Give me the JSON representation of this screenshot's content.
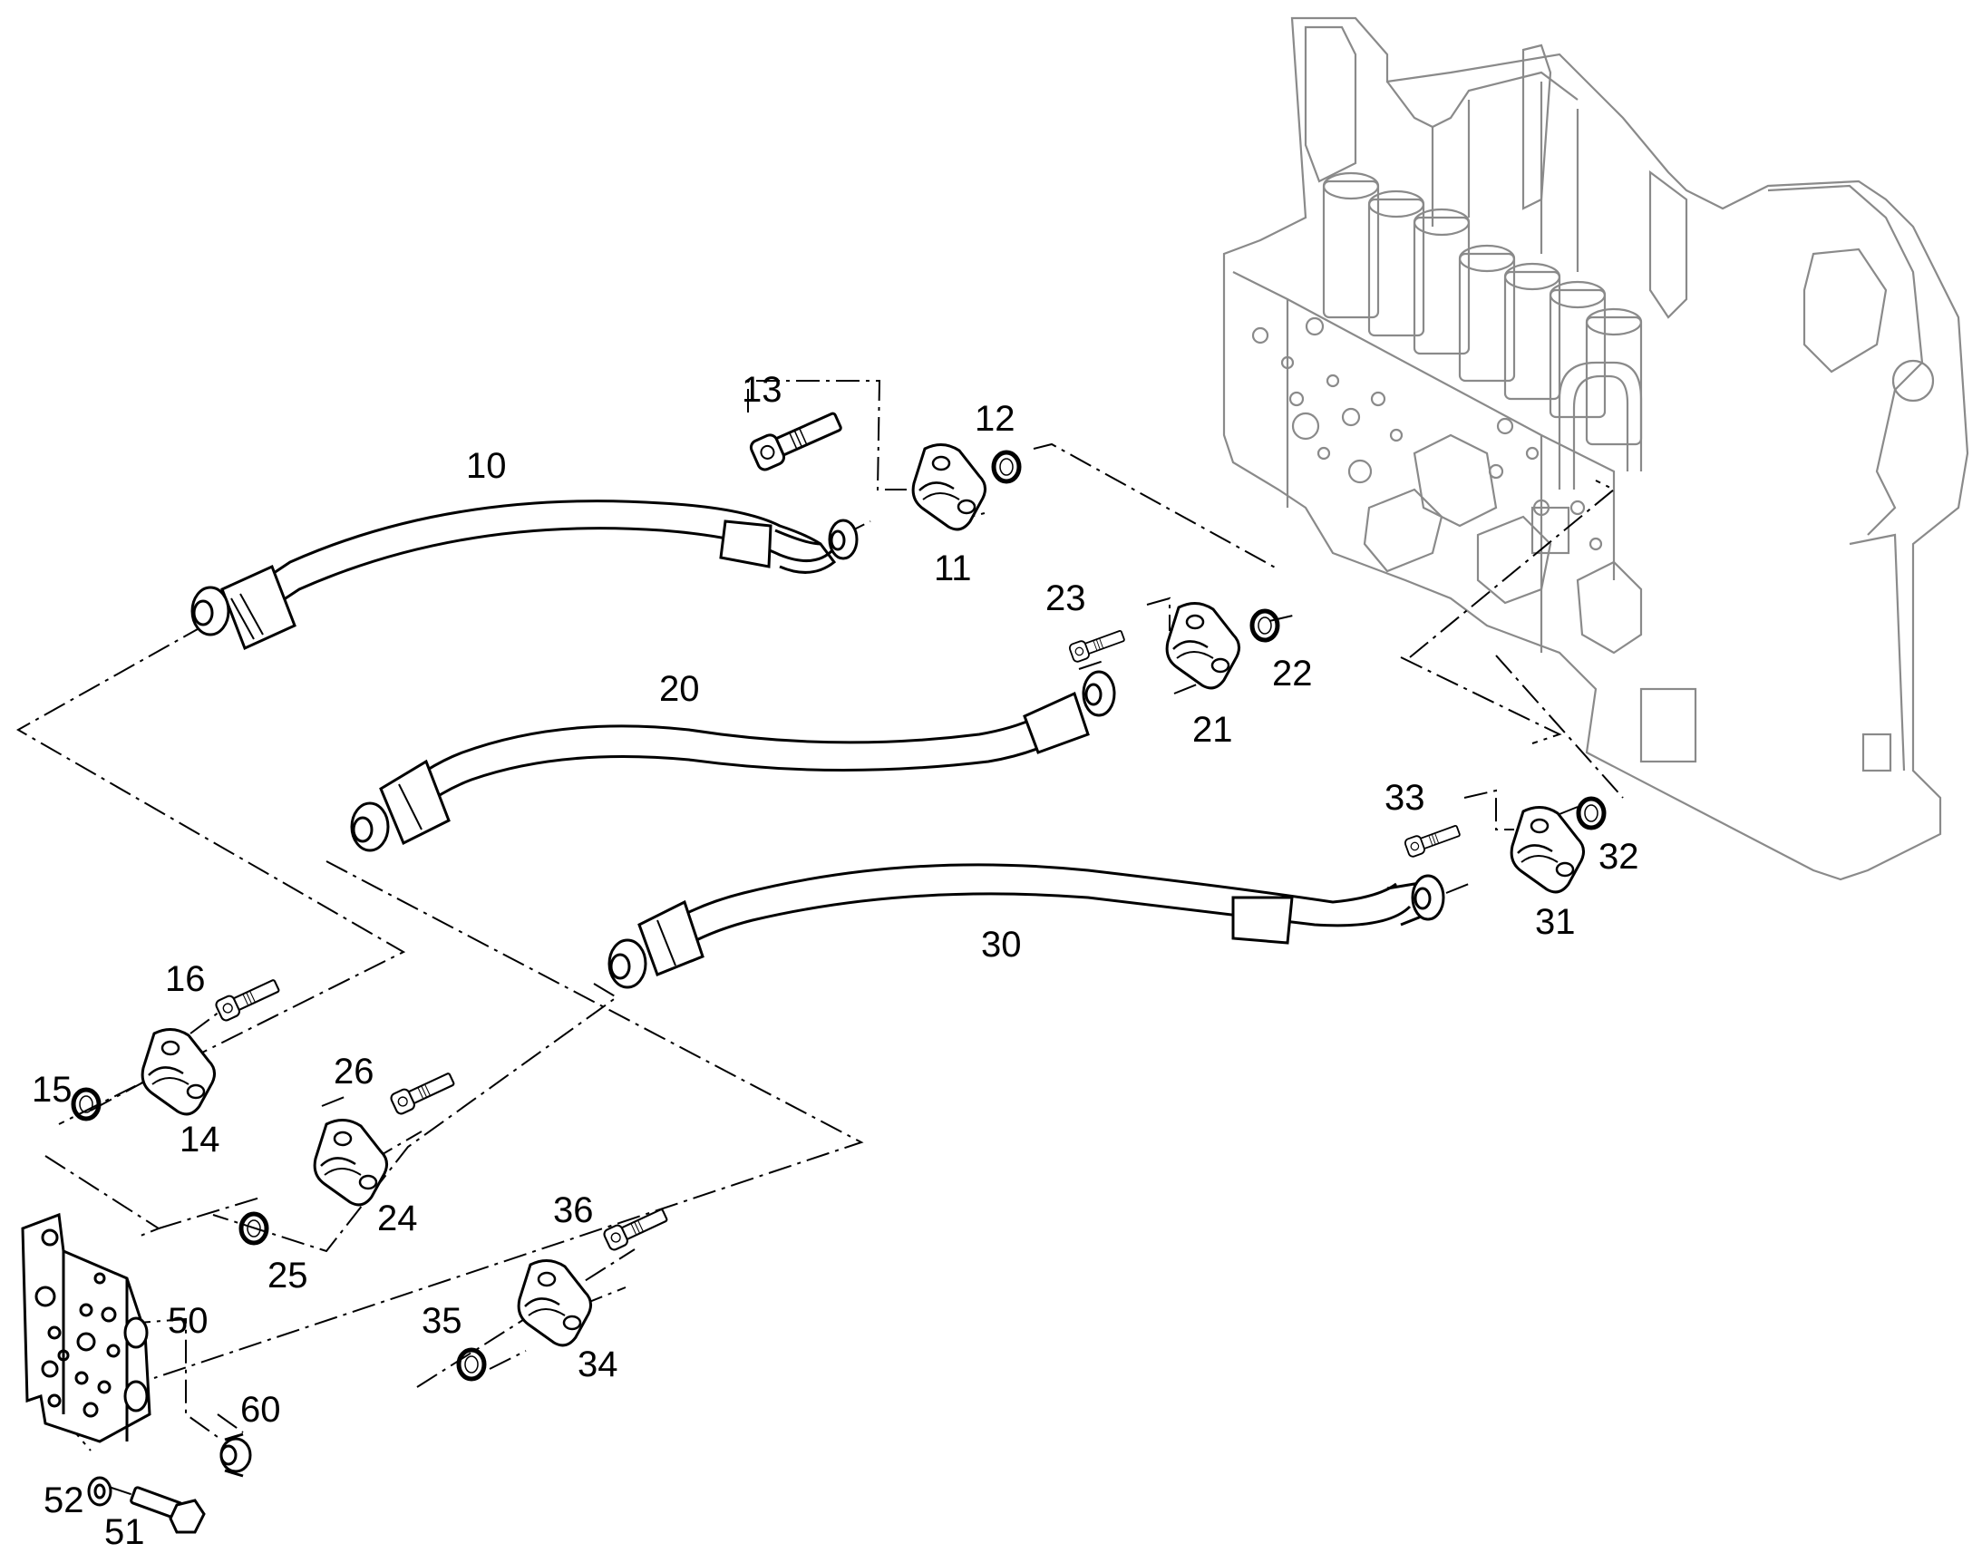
{
  "callouts": [
    {
      "id": "10",
      "text": "10"
    },
    {
      "id": "11",
      "text": "11"
    },
    {
      "id": "12",
      "text": "12"
    },
    {
      "id": "13",
      "text": "13"
    },
    {
      "id": "14",
      "text": "14"
    },
    {
      "id": "15",
      "text": "15"
    },
    {
      "id": "16",
      "text": "16"
    },
    {
      "id": "20",
      "text": "20"
    },
    {
      "id": "21",
      "text": "21"
    },
    {
      "id": "22",
      "text": "22"
    },
    {
      "id": "23",
      "text": "23"
    },
    {
      "id": "24",
      "text": "24"
    },
    {
      "id": "25",
      "text": "25"
    },
    {
      "id": "26",
      "text": "26"
    },
    {
      "id": "30",
      "text": "30"
    },
    {
      "id": "31",
      "text": "31"
    },
    {
      "id": "32",
      "text": "32"
    },
    {
      "id": "33",
      "text": "33"
    },
    {
      "id": "34",
      "text": "34"
    },
    {
      "id": "35",
      "text": "35"
    },
    {
      "id": "36",
      "text": "36"
    },
    {
      "id": "50",
      "text": "50"
    },
    {
      "id": "51",
      "text": "51"
    },
    {
      "id": "52",
      "text": "52"
    },
    {
      "id": "60",
      "text": "60"
    }
  ],
  "colors": {
    "line": "#000000",
    "ghost_line": "#8a8a8a",
    "background": "#ffffff"
  }
}
